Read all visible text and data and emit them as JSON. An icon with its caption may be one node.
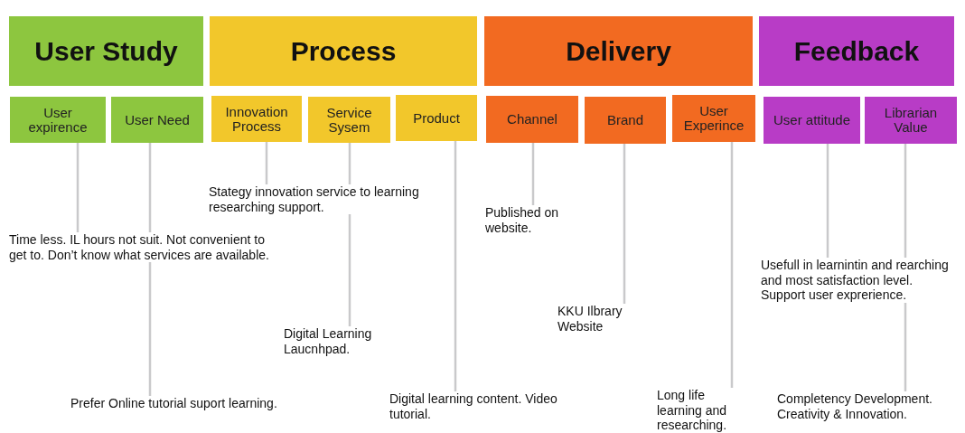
{
  "diagram": {
    "nodes": [
      {
        "text": [
          "User Study"
        ]
      },
      {
        "text": [
          "Process"
        ]
      },
      {
        "text": [
          "Delivery"
        ]
      },
      {
        "text": [
          "Feedback"
        ]
      },
      {
        "text": [
          "User expirence"
        ]
      },
      {
        "text": [
          "User Need"
        ]
      },
      {
        "text": [
          "Innovation Process"
        ]
      },
      {
        "text": [
          "Service Sysem"
        ]
      },
      {
        "text": [
          "Product"
        ]
      },
      {
        "text": [
          "Channel"
        ]
      },
      {
        "text": [
          "Brand"
        ]
      },
      {
        "text": [
          "User Experince"
        ]
      },
      {
        "text": [
          "User attitude"
        ]
      },
      {
        "text": [
          "Librarian Value"
        ]
      },
      {
        "text": [
          "Time less. IL hours not suit. Not convenient to get to. Don’t know what services are available."
        ]
      },
      {
        "text": [
          "Prefer Online tutorial suport learning."
        ]
      },
      {
        "text": [
          "Stategy innovation service to learning researching support."
        ]
      },
      {
        "text": [
          "Digital Learning Laucnhpad."
        ]
      },
      {
        "text": [
          "Digital learning content. Video tutorial."
        ]
      },
      {
        "text": [
          "Published on website."
        ]
      },
      {
        "text": [
          "KKU Ilbrary Website"
        ]
      },
      {
        "text": [
          "Long life learning and researching."
        ]
      },
      {
        "text": [
          "Usefull in learnintin and rearching and most satisfaction level. Support user exprerience."
        ]
      },
      {
        "text": [
          "Completency Development. Creativity & Innovation."
        ]
      }
    ],
    "edges": [
      {
        "from": 4,
        "to": 14,
        "arrow": "none"
      },
      {
        "from": 5,
        "to": 15,
        "arrow": "none"
      },
      {
        "from": 6,
        "to": 16,
        "arrow": "none"
      },
      {
        "from": 7,
        "to": 17,
        "arrow": "none"
      },
      {
        "from": 8,
        "to": 18,
        "arrow": "none"
      },
      {
        "from": 9,
        "to": 19,
        "arrow": "none"
      },
      {
        "from": 10,
        "to": 20,
        "arrow": "none"
      },
      {
        "from": 11,
        "to": 21,
        "arrow": "none"
      },
      {
        "from": 12,
        "to": 22,
        "arrow": "none"
      },
      {
        "from": 13,
        "to": 23,
        "arrow": "none"
      }
    ]
  }
}
